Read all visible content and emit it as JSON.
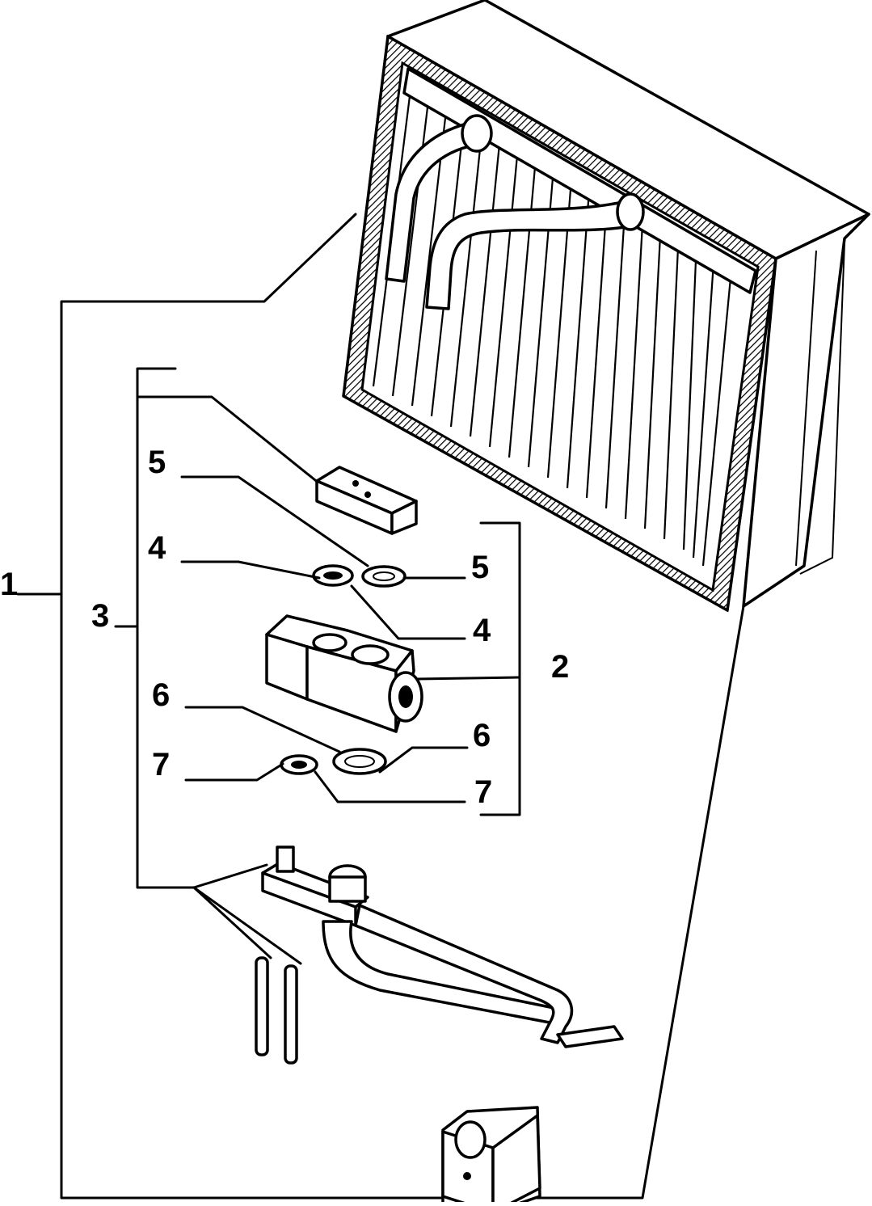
{
  "diagram": {
    "labels": [
      {
        "id": "1",
        "text": "1"
      },
      {
        "id": "3",
        "text": "3"
      },
      {
        "id": "5a",
        "text": "5"
      },
      {
        "id": "5b",
        "text": "5"
      },
      {
        "id": "4a",
        "text": "4"
      },
      {
        "id": "4b",
        "text": "4"
      },
      {
        "id": "2",
        "text": "2"
      },
      {
        "id": "6a",
        "text": "6"
      },
      {
        "id": "6b",
        "text": "6"
      },
      {
        "id": "7a",
        "text": "7"
      },
      {
        "id": "7b",
        "text": "7"
      }
    ],
    "colors": {
      "ink": "#000000",
      "paper": "#ffffff"
    }
  }
}
